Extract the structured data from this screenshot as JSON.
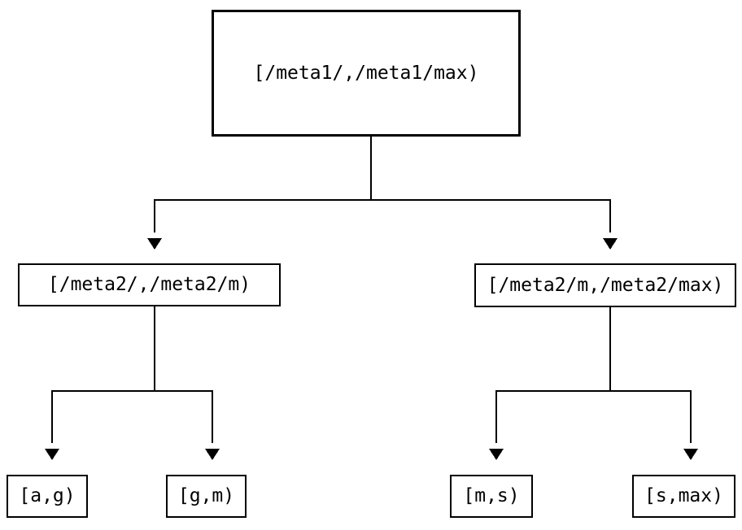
{
  "diagram": {
    "type": "tree",
    "nodes": {
      "root": {
        "label": "[/meta1/,/meta1/max)"
      },
      "meta2_left": {
        "label": "[/meta2/,/meta2/m)"
      },
      "meta2_right": {
        "label": "[/meta2/m,/meta2/max)"
      },
      "leaf_ag": {
        "label": "[a,g)"
      },
      "leaf_gm": {
        "label": "[g,m)"
      },
      "leaf_ms": {
        "label": "[m,s)"
      },
      "leaf_smax": {
        "label": "[s,max)"
      }
    },
    "edges": [
      {
        "from": "root",
        "to": "meta2_left"
      },
      {
        "from": "root",
        "to": "meta2_right"
      },
      {
        "from": "meta2_left",
        "to": "leaf_ag"
      },
      {
        "from": "meta2_left",
        "to": "leaf_gm"
      },
      {
        "from": "meta2_right",
        "to": "leaf_ms"
      },
      {
        "from": "meta2_right",
        "to": "leaf_smax"
      }
    ],
    "colors": {
      "line": "#000000",
      "box_border": "#000000",
      "background": "#ffffff",
      "text": "#000000"
    }
  }
}
